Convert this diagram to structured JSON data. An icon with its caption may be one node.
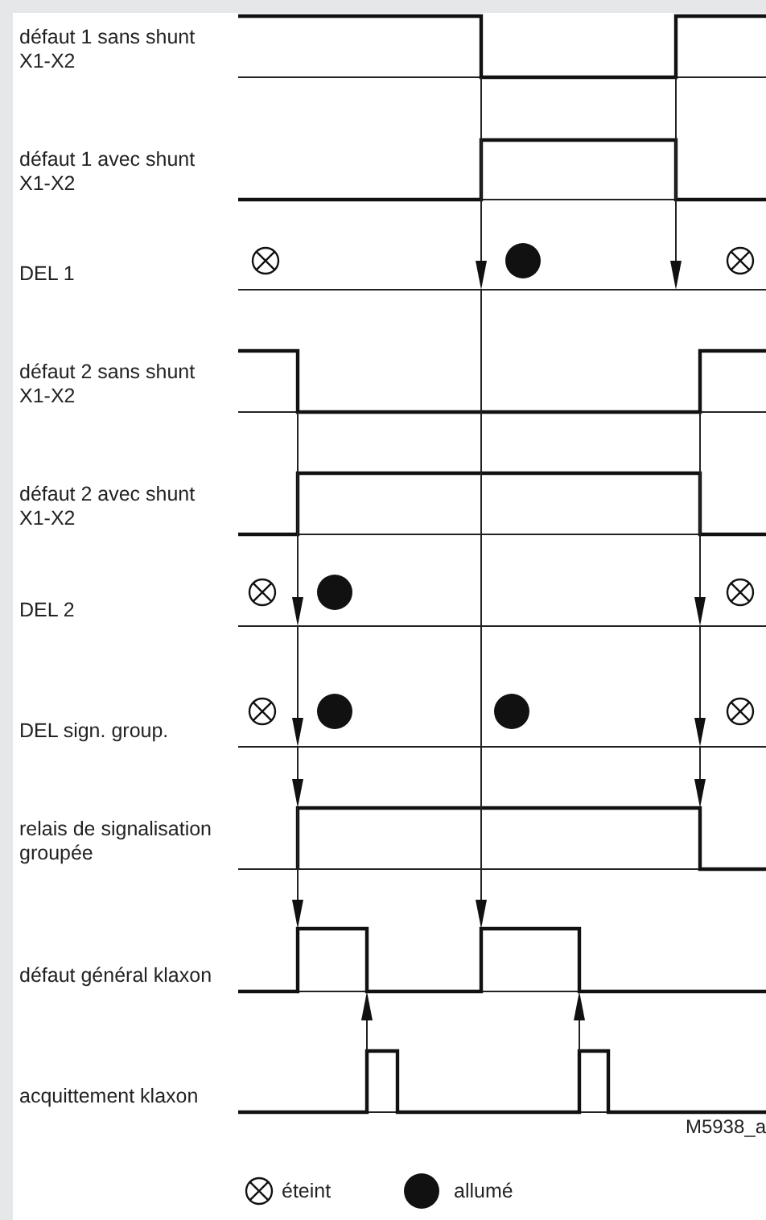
{
  "diagram": {
    "labels": [
      "défaut 1 sans shunt X1-X2",
      "défaut 1 avec shunt X1-X2",
      "DEL 1",
      "défaut 2 sans shunt X1-X2",
      "défaut 2 avec shunt X1-X2",
      "DEL 2",
      "DEL sign. group.",
      "relais de signalisation groupée",
      "défaut général klaxon",
      "acquittement klaxon",
      "M5938_a"
    ],
    "legend": [
      {
        "text": "éteint"
      },
      {
        "text": "allumé"
      }
    ]
  }
}
